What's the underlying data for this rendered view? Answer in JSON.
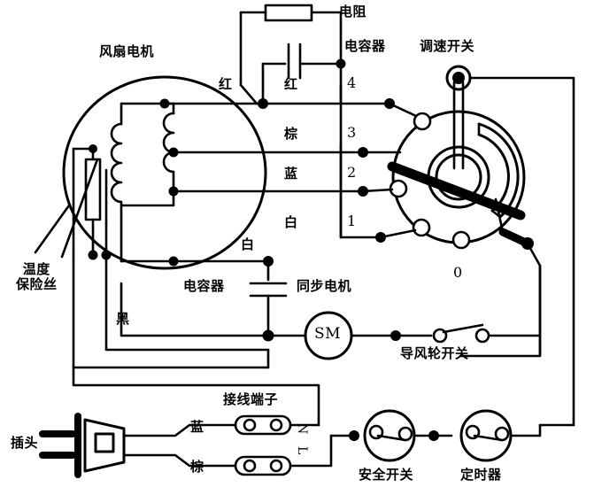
{
  "diagram": {
    "title_visible": false,
    "stroke_color": "#000000",
    "background_color": "#ffffff",
    "labels": {
      "fan_motor": "风扇电机",
      "resistor_top": "电阻",
      "capacitor_top": "电容器",
      "speed_switch": "调速开关",
      "thermal_fuse": "温度\n保险丝",
      "capacitor_mid": "电容器",
      "sync_motor": "同步电机",
      "sync_motor_symbol": "SM",
      "louver_switch": "导风轮开关",
      "terminal_block": "接线端子",
      "plug": "插头",
      "safety_switch": "安全开关",
      "timer": "定时器"
    },
    "wire_colors": {
      "red_left": "红",
      "red_right": "红",
      "brown": "棕",
      "blue": "蓝",
      "white_right": "白",
      "white_left": "白",
      "black": "黑",
      "plug_blue": "蓝",
      "plug_brown": "棕"
    },
    "switch_positions": {
      "p4": "4",
      "p3": "3",
      "p2": "2",
      "p1": "1",
      "p0": "0"
    },
    "terminal_marks": {
      "neutral": "N",
      "live": "L"
    },
    "components": [
      {
        "name": "resistor",
        "label": "电阻",
        "type": "resistor"
      },
      {
        "name": "capacitor-top",
        "label": "电容器",
        "type": "capacitor"
      },
      {
        "name": "speed-switch",
        "label": "调速开关",
        "type": "rotary-switch",
        "positions": [
          "0",
          "1",
          "2",
          "3",
          "4"
        ]
      },
      {
        "name": "fan-motor",
        "label": "风扇电机",
        "type": "motor-winding"
      },
      {
        "name": "thermal-fuse",
        "label": "温度保险丝",
        "type": "fuse"
      },
      {
        "name": "capacitor-mid",
        "label": "电容器",
        "type": "capacitor"
      },
      {
        "name": "sync-motor",
        "label": "同步电机",
        "type": "motor",
        "symbol": "SM"
      },
      {
        "name": "louver-switch",
        "label": "导风轮开关",
        "type": "switch"
      },
      {
        "name": "terminal-block",
        "label": "接线端子",
        "type": "terminal"
      },
      {
        "name": "plug",
        "label": "插头",
        "type": "plug"
      },
      {
        "name": "safety-switch",
        "label": "安全开关",
        "type": "switch"
      },
      {
        "name": "timer",
        "label": "定时器",
        "type": "switch"
      }
    ]
  }
}
